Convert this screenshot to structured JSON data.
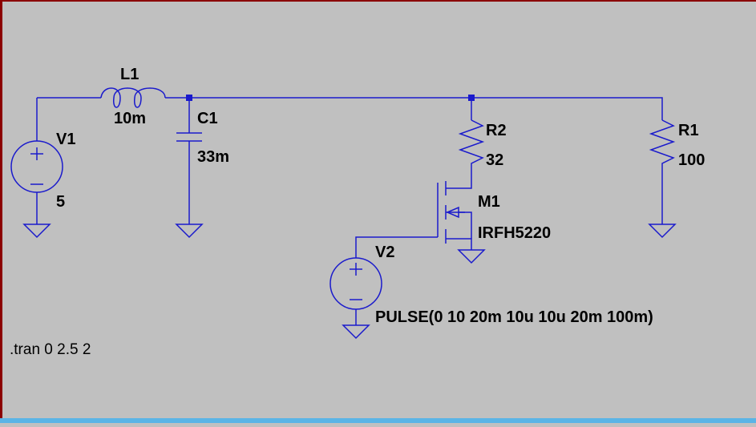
{
  "colors": {
    "background": "#c0c0c0",
    "wire": "#1a1acc",
    "text": "#000000",
    "frame_top": "#8b0000",
    "frame_bottom": "#5ab4e6"
  },
  "components": {
    "v1": {
      "name": "V1",
      "value": "5"
    },
    "l1": {
      "name": "L1",
      "value": "10m"
    },
    "c1": {
      "name": "C1",
      "value": "33m"
    },
    "r2": {
      "name": "R2",
      "value": "32"
    },
    "m1": {
      "name": "M1",
      "value": "IRFH5220"
    },
    "r1": {
      "name": "R1",
      "value": "100"
    },
    "v2": {
      "name": "V2",
      "value": "PULSE(0 10 20m 10u 10u 20m 100m)"
    }
  },
  "directive": ".tran 0 2.5 2"
}
